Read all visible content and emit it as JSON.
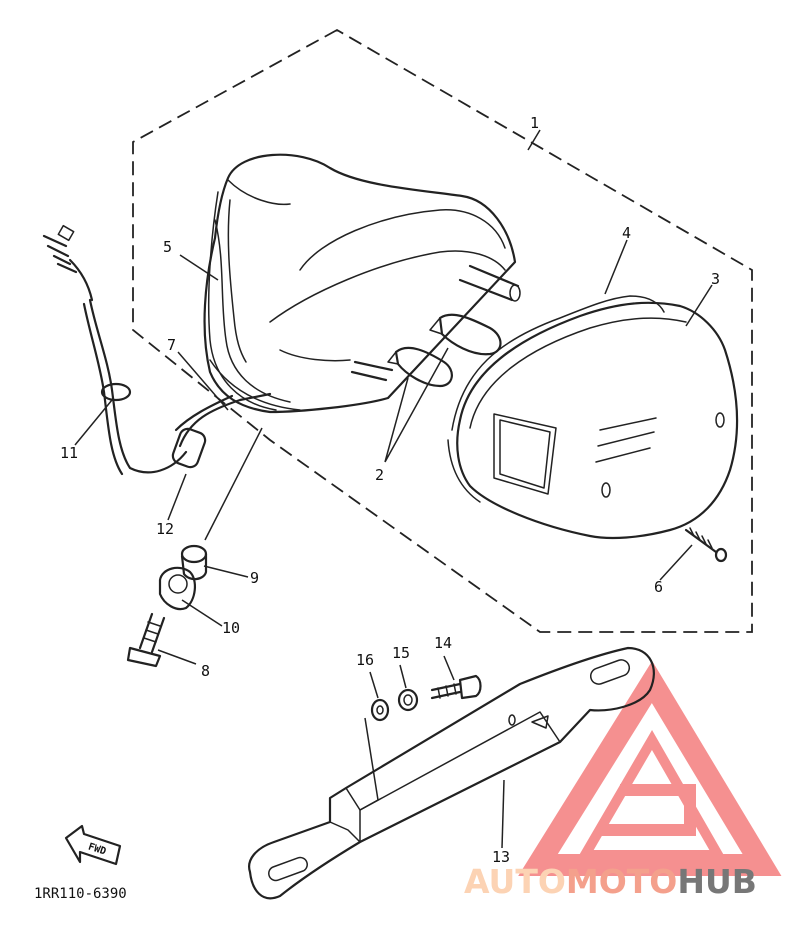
{
  "callouts": [
    "1",
    "2",
    "3",
    "4",
    "5",
    "6",
    "7",
    "8",
    "9",
    "10",
    "11",
    "12",
    "13",
    "14",
    "15",
    "16"
  ],
  "fwd_label": "FWD",
  "diagram_code": "1RR110-6390",
  "watermark": {
    "part1": "AUTO",
    "part2": "MOTO",
    "part3": "HUB",
    "color_light": "#fcd3b4",
    "color_accent": "#f4a08c",
    "color_dark": "#777777",
    "triangle_color": "#f26b6b"
  }
}
